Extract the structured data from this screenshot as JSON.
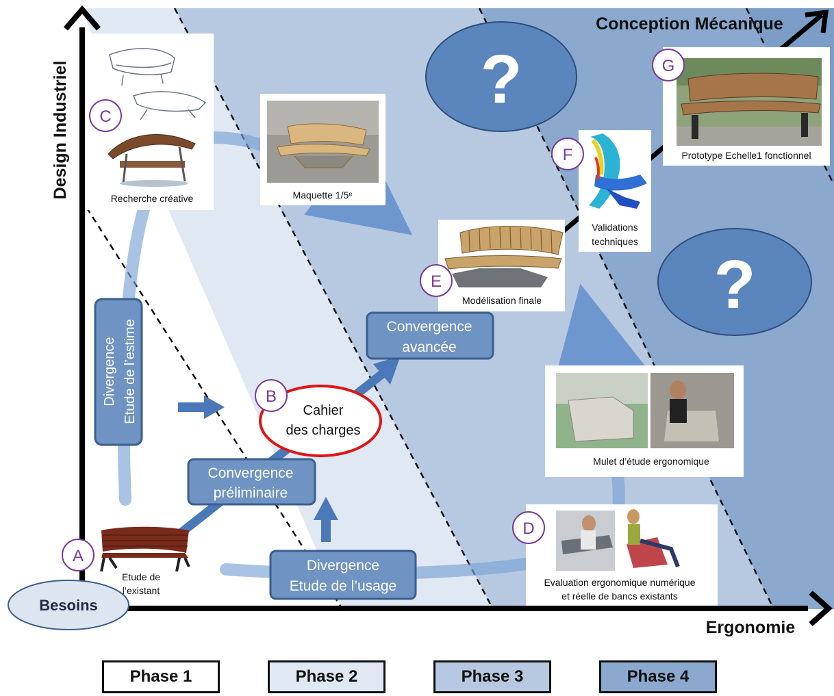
{
  "axes": {
    "y_label": "Design Industriel",
    "x_label": "Ergonomie",
    "diagonal_label": "Conception Mécanique",
    "origin_label": "Besoins"
  },
  "boxes": {
    "divergence_estime": [
      "Divergence",
      "Etude de l’estime"
    ],
    "convergence_preliminaire": [
      "Convergence",
      "préliminaire"
    ],
    "convergence_avancee": [
      "Convergence",
      "avancée"
    ],
    "divergence_usage": [
      "Divergence",
      "Etude de l’usage"
    ],
    "cahier": [
      "Cahier",
      "des charges"
    ]
  },
  "milestones": {
    "A": {
      "letter": "A",
      "caption": [
        "Etude de",
        "l’existant"
      ]
    },
    "B": {
      "letter": "B"
    },
    "C": {
      "letter": "C",
      "caption": [
        "Recherche créative"
      ]
    },
    "maquette": {
      "caption": [
        "Maquette 1/5ᵉ"
      ]
    },
    "D": {
      "letter": "D",
      "caption": [
        "Evaluation ergonomique numérique",
        "et réelle de bancs existants"
      ]
    },
    "mulet": {
      "caption": [
        "Mulet d’étude ergonomique"
      ]
    },
    "E": {
      "letter": "E",
      "caption": [
        "Modélisation finale"
      ]
    },
    "F": {
      "letter": "F",
      "caption": [
        "Validations",
        "techniques"
      ]
    },
    "G": {
      "letter": "G",
      "caption": [
        "Prototype Echelle1 fonctionnel"
      ]
    }
  },
  "unknowns": [
    "?",
    "?"
  ],
  "phases": [
    {
      "label": "Phase 1",
      "color": "#ffffff"
    },
    {
      "label": "Phase 2",
      "color": "#dfe8f3"
    },
    {
      "label": "Phase 3",
      "color": "#b6c9e1"
    },
    {
      "label": "Phase 4",
      "color": "#8ba9cf"
    }
  ],
  "colors": {
    "band1": "#ffffff",
    "band2": "#dfe8f3",
    "band3": "#b6c9e1",
    "band4": "#8ba9cf",
    "box_fill": "#6f93c2",
    "box_stroke": "#3a5f8f",
    "arrow": "#4f7fc0",
    "cahier_stroke": "#e01515",
    "letter_stroke": "#7a3a9a"
  }
}
